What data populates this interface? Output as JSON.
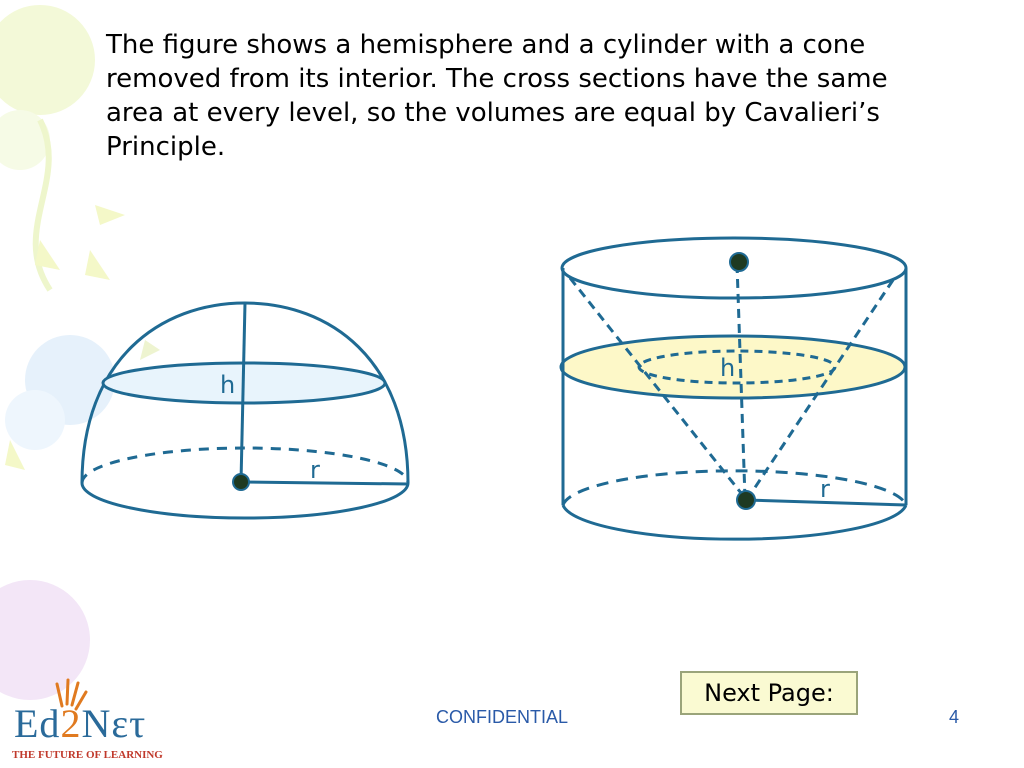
{
  "content": {
    "paragraph": "The figure shows a hemisphere and a cylinder with a cone removed from its interior. The cross sections have the same area at every level, so the volumes are equal by Cavalieri’s Principle."
  },
  "figure": {
    "hemisphere": {
      "height_label": "h",
      "radius_label": "r"
    },
    "cylinder": {
      "height_label": "h",
      "radius_label": "r"
    }
  },
  "colors": {
    "stroke": "#1f6a93",
    "hemisphere_section_fill": "#e8f4fc",
    "cylinder_section_fill": "#fdf8c8",
    "point_fill": "#1e3a22"
  },
  "navigation": {
    "next_label": "Next Page:"
  },
  "footer": {
    "confidential": "CONFIDENTIAL",
    "page_number": "4"
  },
  "logo": {
    "text_left": "Ed",
    "text_two": "2",
    "text_right": "Nετ",
    "tagline": "THE FUTURE OF LEARNING"
  }
}
